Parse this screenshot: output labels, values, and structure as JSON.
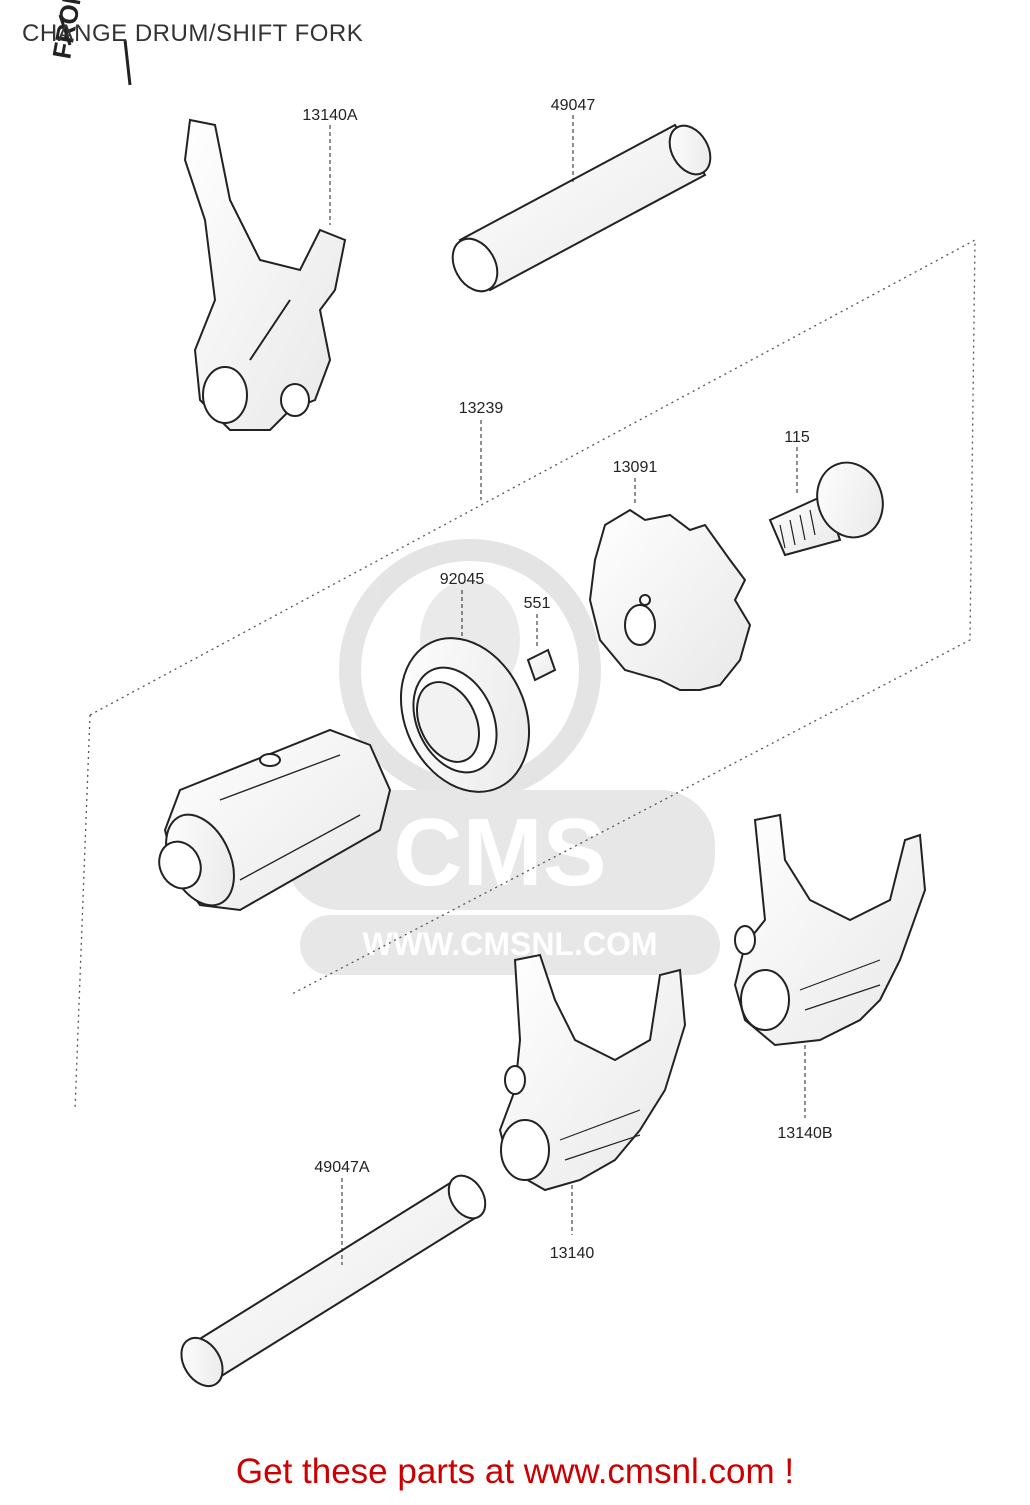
{
  "header": {
    "title": "CHANGE DRUM/SHIFT FORK",
    "corner_code": ""
  },
  "front_marker": {
    "label": "FRONT"
  },
  "parts": [
    {
      "id": "13140A"
    },
    {
      "id": "49047"
    },
    {
      "id": "13239"
    },
    {
      "id": "13091"
    },
    {
      "id": "115"
    },
    {
      "id": "92045"
    },
    {
      "id": "551"
    },
    {
      "id": "13140B"
    },
    {
      "id": "49047A"
    },
    {
      "id": "13140"
    }
  ],
  "watermark": {
    "big": "CMS",
    "url": "WWW.CMSNL.COM"
  },
  "footer": {
    "text": "Get these parts at www.cmsnl.com !"
  },
  "colors": {
    "footer": "#cc0000",
    "lines": "#222222",
    "watermark": "#c8c8c8"
  }
}
